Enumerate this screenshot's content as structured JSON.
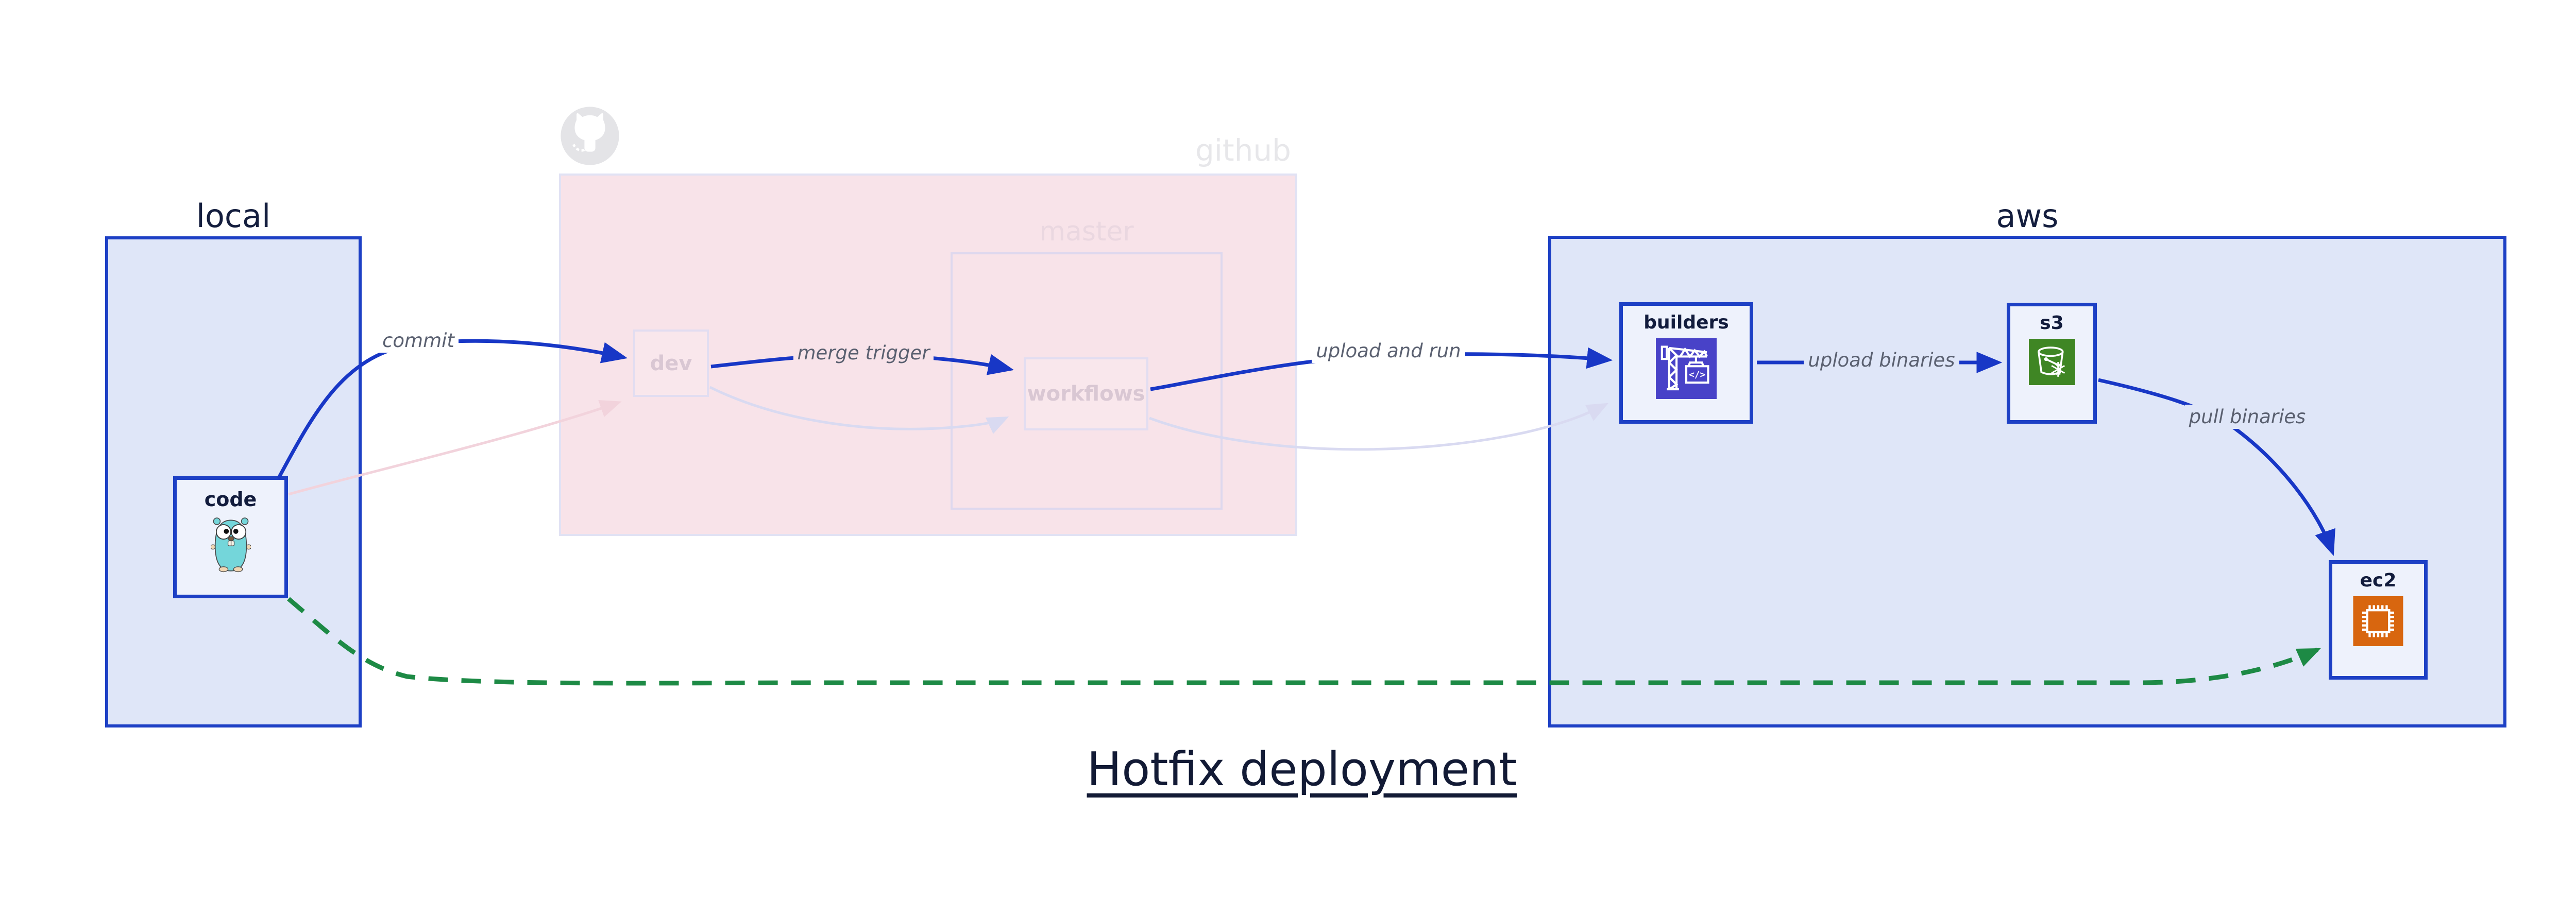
{
  "diagram_title": "Hotfix deployment",
  "groups": {
    "local": {
      "label": "local"
    },
    "github": {
      "label": "github",
      "logo_icon": "github-octocat-logo"
    },
    "master": {
      "label": "master"
    },
    "aws": {
      "label": "aws"
    }
  },
  "nodes": {
    "code": {
      "label": "code",
      "icon": "go-gopher-mascot"
    },
    "dev": {
      "label": "dev"
    },
    "workflows": {
      "label": "workflows"
    },
    "builders": {
      "label": "builders",
      "icon": "aws-codebuild-crane",
      "icon_code_glyph": "</>"
    },
    "s3": {
      "label": "s3",
      "icon": "aws-s3-glacier-bucket"
    },
    "ec2": {
      "label": "ec2",
      "icon": "aws-ec2-chip"
    }
  },
  "edges": {
    "commit": {
      "label": "commit",
      "from": "code",
      "to": "dev",
      "style": "solid-blue"
    },
    "merge_trigger": {
      "label": "merge trigger",
      "from": "dev",
      "to": "workflows",
      "style": "solid-blue"
    },
    "upload_and_run": {
      "label": "upload and run",
      "from": "workflows",
      "to": "builders",
      "style": "solid-blue"
    },
    "upload_binaries": {
      "label": "upload binaries",
      "from": "builders",
      "to": "s3",
      "style": "solid-blue"
    },
    "pull_binaries": {
      "label": "pull binaries",
      "from": "s3",
      "to": "ec2",
      "style": "solid-blue"
    },
    "hotfix_direct": {
      "label": "",
      "from": "code",
      "to": "ec2",
      "style": "dashed-green"
    },
    "ghost_code_dev": {
      "from": "code",
      "to": "dev",
      "style": "faded-pink"
    },
    "ghost_dev_workflows": {
      "from": "dev",
      "to": "workflows",
      "style": "faded-lavender"
    },
    "ghost_workflows_builders": {
      "from": "workflows",
      "to": "builders",
      "style": "faded-lavender"
    }
  },
  "colors": {
    "accent_blue": "#1d40c5",
    "edge_blue": "#1837c6",
    "group_fill_blue": "#dfe6f8",
    "node_fill": "#eef2fc",
    "github_fill": "#f8e3e9",
    "ghost_border": "#e2ddf1",
    "ghost_text": "#d9c7d3",
    "edge_label_gray": "#5a6070",
    "green_dashed": "#1d8a45",
    "codebuild_indigo": "#4842c8",
    "s3_green": "#3f8624",
    "ec2_orange": "#d8660f",
    "dark_text": "#121c3d",
    "faded_gray_logo": "#e4e4e7"
  }
}
